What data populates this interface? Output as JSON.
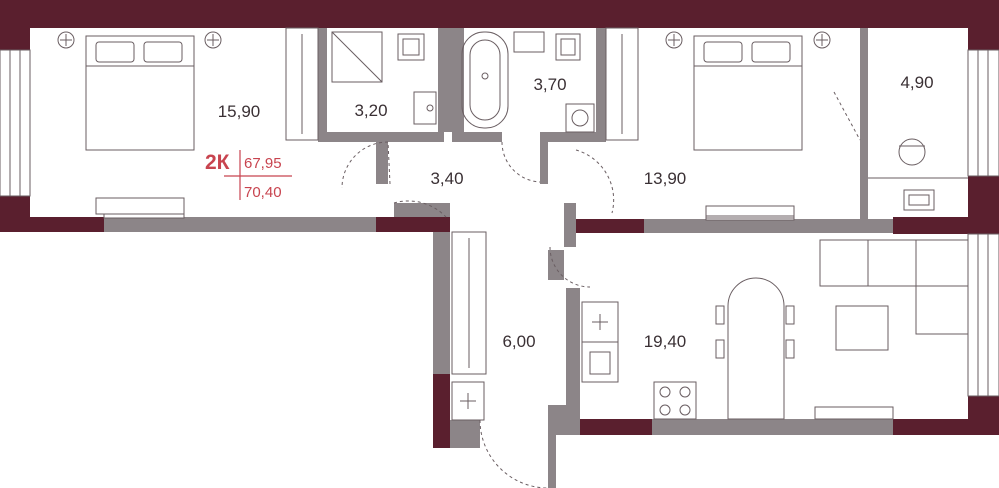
{
  "apartment": {
    "type": "2К",
    "living_area": "67,95",
    "total_area": "70,40"
  },
  "rooms": [
    {
      "id": "bedroom-1",
      "area": "15,90"
    },
    {
      "id": "shower-room",
      "area": "3,20"
    },
    {
      "id": "bathroom",
      "area": "3,70"
    },
    {
      "id": "hallway",
      "area": "3,40"
    },
    {
      "id": "bedroom-2",
      "area": "13,90"
    },
    {
      "id": "loggia",
      "area": "4,90"
    },
    {
      "id": "entrance-hall",
      "area": "6,00"
    },
    {
      "id": "kitchen-living",
      "area": "19,40"
    }
  ],
  "colors": {
    "exterior_wall": "#5a1f2e",
    "interior_wall": "#8c8588",
    "accent": "#c8444f",
    "furniture": "#6a5e62"
  }
}
